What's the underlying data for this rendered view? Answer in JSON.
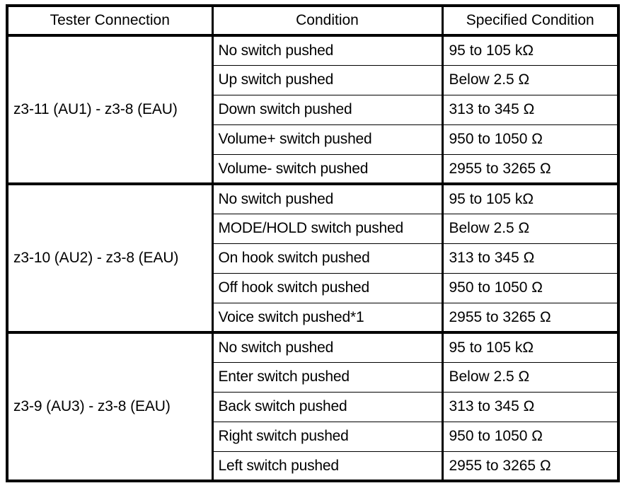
{
  "table": {
    "name": "audio-switch-resistance-spec-table",
    "columns": [
      {
        "key": "tester_connection",
        "label": "Tester Connection"
      },
      {
        "key": "condition",
        "label": "Condition"
      },
      {
        "key": "specified_condition",
        "label": "Specified Condition"
      }
    ],
    "groups": [
      {
        "tester_connection": "z3-11 (AU1) - z3-8 (EAU)",
        "rows": [
          {
            "condition": "No switch pushed",
            "specified_condition": "95 to 105 kΩ"
          },
          {
            "condition": "Up switch pushed",
            "specified_condition": "Below 2.5 Ω"
          },
          {
            "condition": "Down switch pushed",
            "specified_condition": "313 to 345 Ω"
          },
          {
            "condition": "Volume+ switch pushed",
            "specified_condition": "950 to 1050 Ω"
          },
          {
            "condition": "Volume- switch pushed",
            "specified_condition": "2955 to 3265 Ω"
          }
        ]
      },
      {
        "tester_connection": "z3-10 (AU2) - z3-8 (EAU)",
        "rows": [
          {
            "condition": "No switch pushed",
            "specified_condition": "95 to 105 kΩ"
          },
          {
            "condition": "MODE/HOLD switch pushed",
            "specified_condition": "Below 2.5 Ω"
          },
          {
            "condition": "On hook switch pushed",
            "specified_condition": "313 to 345 Ω"
          },
          {
            "condition": "Off hook switch pushed",
            "specified_condition": "950 to 1050 Ω"
          },
          {
            "condition": "Voice switch pushed*1",
            "specified_condition": "2955 to 3265 Ω"
          }
        ]
      },
      {
        "tester_connection": "z3-9 (AU3) - z3-8 (EAU)",
        "rows": [
          {
            "condition": "No switch pushed",
            "specified_condition": "95 to 105 kΩ"
          },
          {
            "condition": "Enter switch pushed",
            "specified_condition": "Below 2.5 Ω"
          },
          {
            "condition": "Back switch pushed",
            "specified_condition": "313 to 345 Ω"
          },
          {
            "condition": "Right switch pushed",
            "specified_condition": "950 to 1050 Ω"
          },
          {
            "condition": "Left switch pushed",
            "specified_condition": "2955 to 3265 Ω"
          }
        ]
      }
    ]
  },
  "colors": {
    "border": "#000000",
    "text": "#000000",
    "background": "#ffffff"
  }
}
